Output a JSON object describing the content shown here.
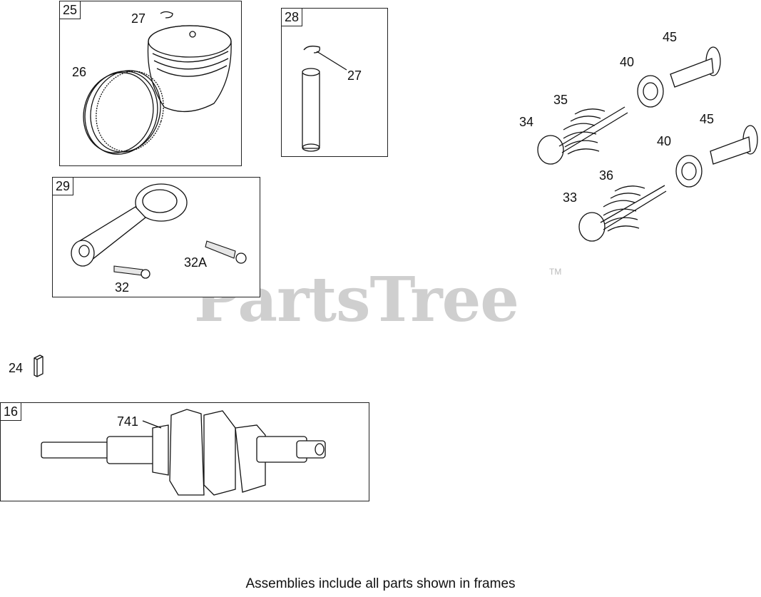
{
  "watermark": {
    "text": "PartsTree",
    "tm": "TM"
  },
  "frames": {
    "f25": {
      "badge": "25"
    },
    "f28": {
      "badge": "28"
    },
    "f29": {
      "badge": "29"
    },
    "f16": {
      "badge": "16"
    }
  },
  "callouts": {
    "c27a": "27",
    "c26": "26",
    "c27b": "27",
    "c32": "32",
    "c32a": "32A",
    "c24": "24",
    "c741": "741",
    "c45a": "45",
    "c40a": "40",
    "c35": "35",
    "c34": "34",
    "c45b": "45",
    "c40b": "40",
    "c36": "36",
    "c33": "33"
  },
  "footnote": "Assemblies include all parts shown in frames"
}
